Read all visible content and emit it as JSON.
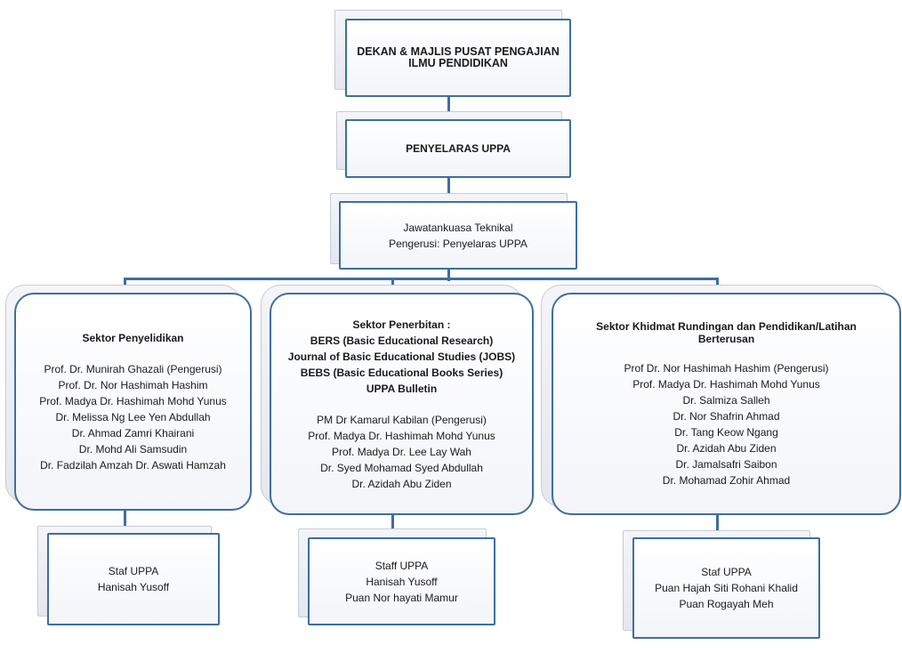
{
  "dean": {
    "title": "DEKAN & MAJLIS PUSAT PENGAJIAN ILMU PENDIDIKAN"
  },
  "coordinator": {
    "title": "PENYELARAS UPPA"
  },
  "committee": {
    "title": "Jawatankuasa Teknikal",
    "chair": "Pengerusi: Penyelaras UPPA"
  },
  "sectors": [
    {
      "heading": [
        "Sektor Penyelidikan"
      ],
      "members": [
        "Prof. Dr. Munirah Ghazali (Pengerusi)",
        "Prof. Dr. Nor Hashimah Hashim",
        "Prof. Madya Dr. Hashimah Mohd Yunus",
        "Dr. Melissa Ng Lee Yen Abdullah",
        "Dr. Ahmad Zamri Khairani",
        "Dr. Mohd Ali Samsudin",
        "Dr. Fadzilah Amzah Dr. Aswati Hamzah"
      ]
    },
    {
      "heading": [
        "Sektor Penerbitan :",
        "BERS (Basic Educational Research)",
        "Journal of Basic Educational Studies (JOBS)",
        "BEBS (Basic Educational Books Series)",
        "UPPA Bulletin"
      ],
      "members": [
        "PM Dr Kamarul Kabilan (Pengerusi)",
        "Prof. Madya Dr. Hashimah Mohd Yunus",
        "Prof. Madya Dr. Lee Lay Wah",
        "Dr. Syed Mohamad Syed Abdullah",
        "Dr. Azidah Abu Ziden"
      ]
    },
    {
      "heading": [
        "Sektor Khidmat Rundingan dan Pendidikan/Latihan",
        "Berterusan"
      ],
      "members": [
        "Prof Dr. Nor Hashimah Hashim (Pengerusi)",
        "Prof. Madya Dr. Hashimah Mohd Yunus",
        "Dr. Salmiza Salleh",
        "Dr. Nor Shafrin Ahmad",
        "Dr. Tang Keow Ngang",
        "Dr. Azidah Abu Ziden",
        "Dr. Jamalsafri Saibon",
        "Dr. Mohamad Zohir Ahmad"
      ]
    }
  ],
  "staff": [
    {
      "lines": [
        "Staf UPPA",
        "Hanisah Yusoff"
      ]
    },
    {
      "lines": [
        "Staff UPPA",
        "Hanisah Yusoff",
        "Puan Nor hayati Mamur"
      ]
    },
    {
      "lines": [
        "Staf UPPA",
        "Puan Hajah Siti Rohani Khalid",
        "Puan Rogayah Meh"
      ]
    }
  ],
  "colors": {
    "border": "#3e6e9f",
    "shadow": "#e4e7ee"
  }
}
